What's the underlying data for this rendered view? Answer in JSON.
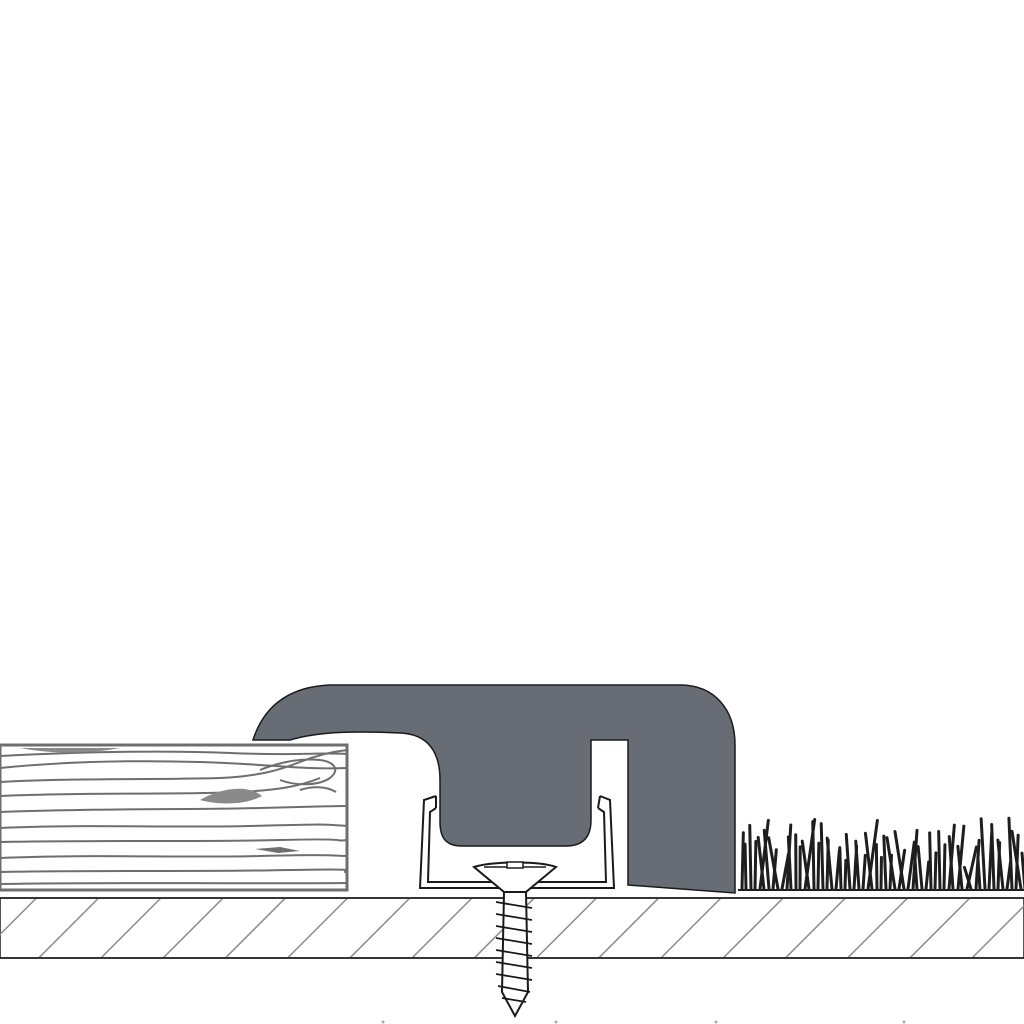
{
  "diagram": {
    "kind": "floor-transition-profile-cross-section",
    "components": [
      {
        "id": "subfloor",
        "label": "",
        "pattern": "diagonal-hatch"
      },
      {
        "id": "hardwood-plank",
        "label": "",
        "pattern": "wood-grain"
      },
      {
        "id": "transition-profile",
        "label": "",
        "fill": "#686c74"
      },
      {
        "id": "mounting-track",
        "label": "",
        "shape": "u-channel"
      },
      {
        "id": "countersunk-screw",
        "label": "",
        "head": "phillips"
      },
      {
        "id": "carpet-pile",
        "label": "",
        "pattern": "tufts"
      }
    ],
    "colors": {
      "background": "#ffffff",
      "outline": "#1a1a1a",
      "profile_fill": "#686c74",
      "hatch": "#8c8c8c",
      "wood_grain": "#6e6e6e",
      "wood_knot": "#8a8a8a",
      "carpet": "#1e1e1e"
    }
  }
}
